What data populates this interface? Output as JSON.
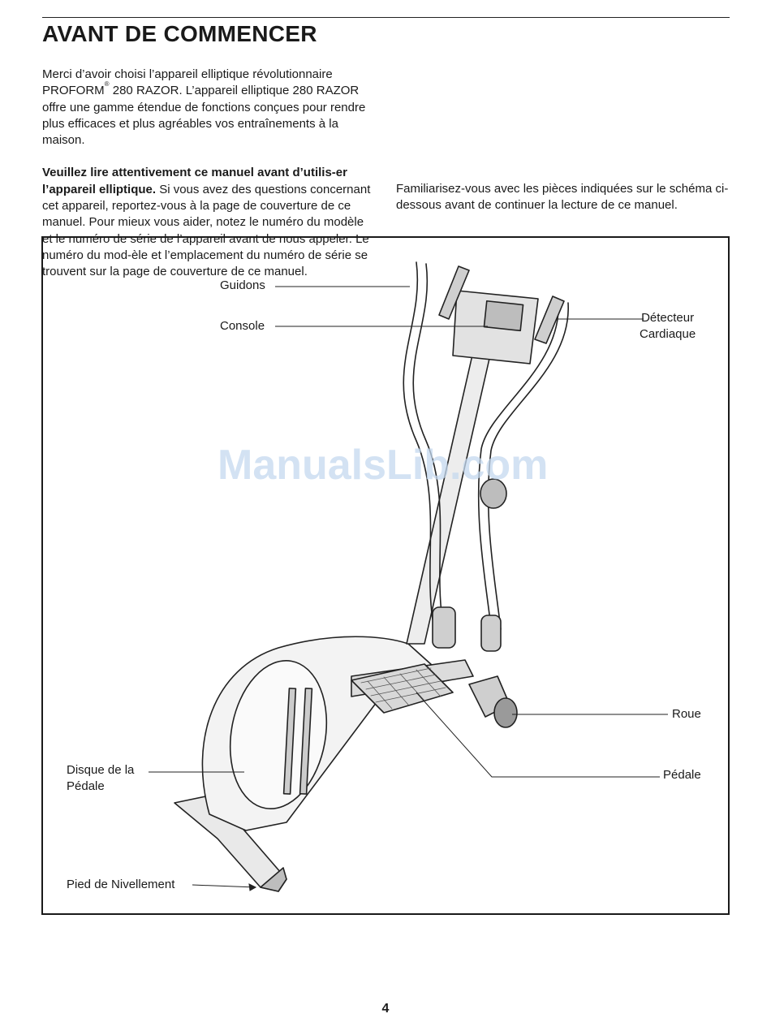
{
  "page": {
    "title": "AVANT DE COMMENCER",
    "page_number": "4",
    "watermark": "ManualsLib.com"
  },
  "intro": {
    "p1_before_brand": "Merci d’avoir choisi l’appareil elliptique révolutionnaire ",
    "brand": "PROFORM",
    "reg_mark": "®",
    "p1_after_brand": " 280 RAZOR. L’appareil elliptique 280 RAZOR offre une gamme étendue de fonctions conçues pour rendre plus efficaces et plus agréables vos entraînements à la maison.",
    "p2_bold": "Veuillez lire attentivement ce manuel avant d’utilis-er l’appareil elliptique.",
    "p2_rest": " Si vous avez des questions concernant cet appareil, reportez-vous à la page de couverture de ce manuel. Pour mieux vous aider, notez le numéro du modèle et le numéro de série de l’appareil avant de nous appeler. Le numéro du mod-èle et l’emplacement du numéro de série se trouvent sur la page de couverture de ce manuel.",
    "p3": "Familiarisez-vous avec les pièces indiquées sur le schéma ci-dessous avant de continuer la lecture de ce manuel."
  },
  "figure": {
    "labels": {
      "guidons": "Guidons",
      "console": "Console",
      "detecteur_line1": "Détecteur",
      "detecteur_line2": "Cardiaque",
      "roue": "Roue",
      "pedale": "Pédale",
      "disque_line1": "Disque de la",
      "disque_line2": "Pédale",
      "pied": "Pied de Nivellement"
    }
  }
}
